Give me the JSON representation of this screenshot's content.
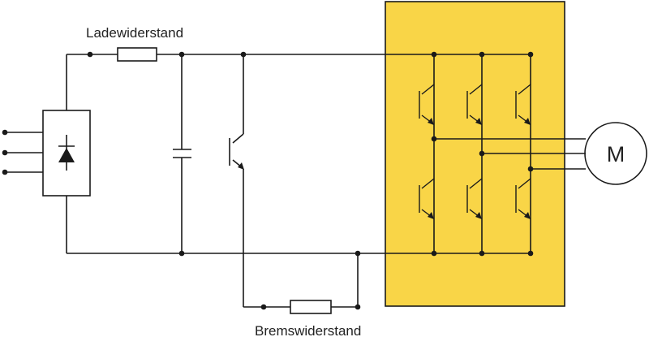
{
  "labels": {
    "charging_resistor": "Ladewiderstand",
    "braking_resistor": "Bremswiderstand",
    "motor": "M"
  },
  "colors": {
    "inverter_fill": "#f9d547",
    "inverter_border": "#1a1a1a",
    "wire": "#1a1a1a"
  }
}
